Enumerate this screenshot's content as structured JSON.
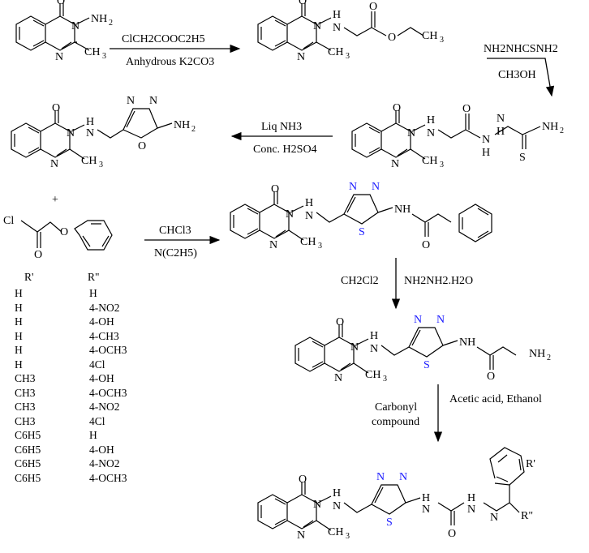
{
  "atoms": {
    "o": "O",
    "n": "N",
    "nh": "NH",
    "hn": "H",
    "h": "H",
    "nh2_n": "NH",
    "nh2_2": "2",
    "ch3_c": "CH",
    "ch3_3": "3",
    "s": "S",
    "cl": "Cl",
    "r1": "R'",
    "r2": "R\""
  },
  "reagents": {
    "step1_top": "ClCH2COOC2H5",
    "step1_bottom": "Anhydrous K2CO3",
    "step2_top": "NH2NHCSNH2",
    "step2_bottom": "CH3OH",
    "step3_top": "Liq NH3",
    "step3_bottom": "Conc. H2SO4",
    "plus": "+",
    "step4_top": "CHCl3",
    "step4_bottom": "N(C2H5)",
    "step5_left": "CH2Cl2",
    "step5_right": "NH2NH2.H2O",
    "step6_left_1": "Carbonyl",
    "step6_left_2": "compound",
    "step6_right": "Acetic acid, Ethanol"
  },
  "substituent_table": {
    "headers": [
      "R'",
      "R\""
    ],
    "rows": [
      [
        "H",
        "H"
      ],
      [
        "H",
        "4-NO2"
      ],
      [
        "H",
        "4-OH"
      ],
      [
        "H",
        "4-CH3"
      ],
      [
        "H",
        "4-OCH3"
      ],
      [
        "H",
        "4Cl"
      ],
      [
        "CH3",
        "4-OH"
      ],
      [
        "CH3",
        "4-OCH3"
      ],
      [
        "CH3",
        "4-NO2"
      ],
      [
        "CH3",
        "4Cl"
      ],
      [
        "C6H5",
        "H"
      ],
      [
        "C6H5",
        "4-OH"
      ],
      [
        "C6H5",
        "4-NO2"
      ],
      [
        "C6H5",
        "4-OCH3"
      ]
    ]
  },
  "colors": {
    "heteroatom_ring": "#1a1aff",
    "ink": "#000000"
  }
}
